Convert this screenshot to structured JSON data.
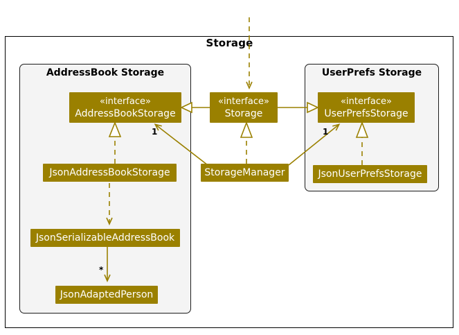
{
  "diagram": {
    "title": "Storage",
    "accent_color": "#9A8000",
    "package_bg": "#F4F4F4",
    "frame_border": "#000000"
  },
  "packages": [
    {
      "id": "addressbook-storage",
      "label": "AddressBook Storage"
    },
    {
      "id": "userprefs-storage",
      "label": "UserPrefs Storage"
    }
  ],
  "classes": {
    "address_book_storage": {
      "stereotype": "«interface»",
      "name": "AddressBookStorage"
    },
    "storage": {
      "stereotype": "«interface»",
      "name": "Storage"
    },
    "user_prefs_storage": {
      "stereotype": "«interface»",
      "name": "UserPrefsStorage"
    },
    "json_address_book_storage": {
      "name": "JsonAddressBookStorage"
    },
    "storage_manager": {
      "name": "StorageManager"
    },
    "json_user_prefs_storage": {
      "name": "JsonUserPrefsStorage"
    },
    "json_serializable_address_book": {
      "name": "JsonSerializableAddressBook"
    },
    "json_adapted_person": {
      "name": "JsonAdaptedPerson"
    }
  },
  "multiplicities": {
    "abs_one": "1",
    "ups_one": "1",
    "person_many": "*"
  }
}
